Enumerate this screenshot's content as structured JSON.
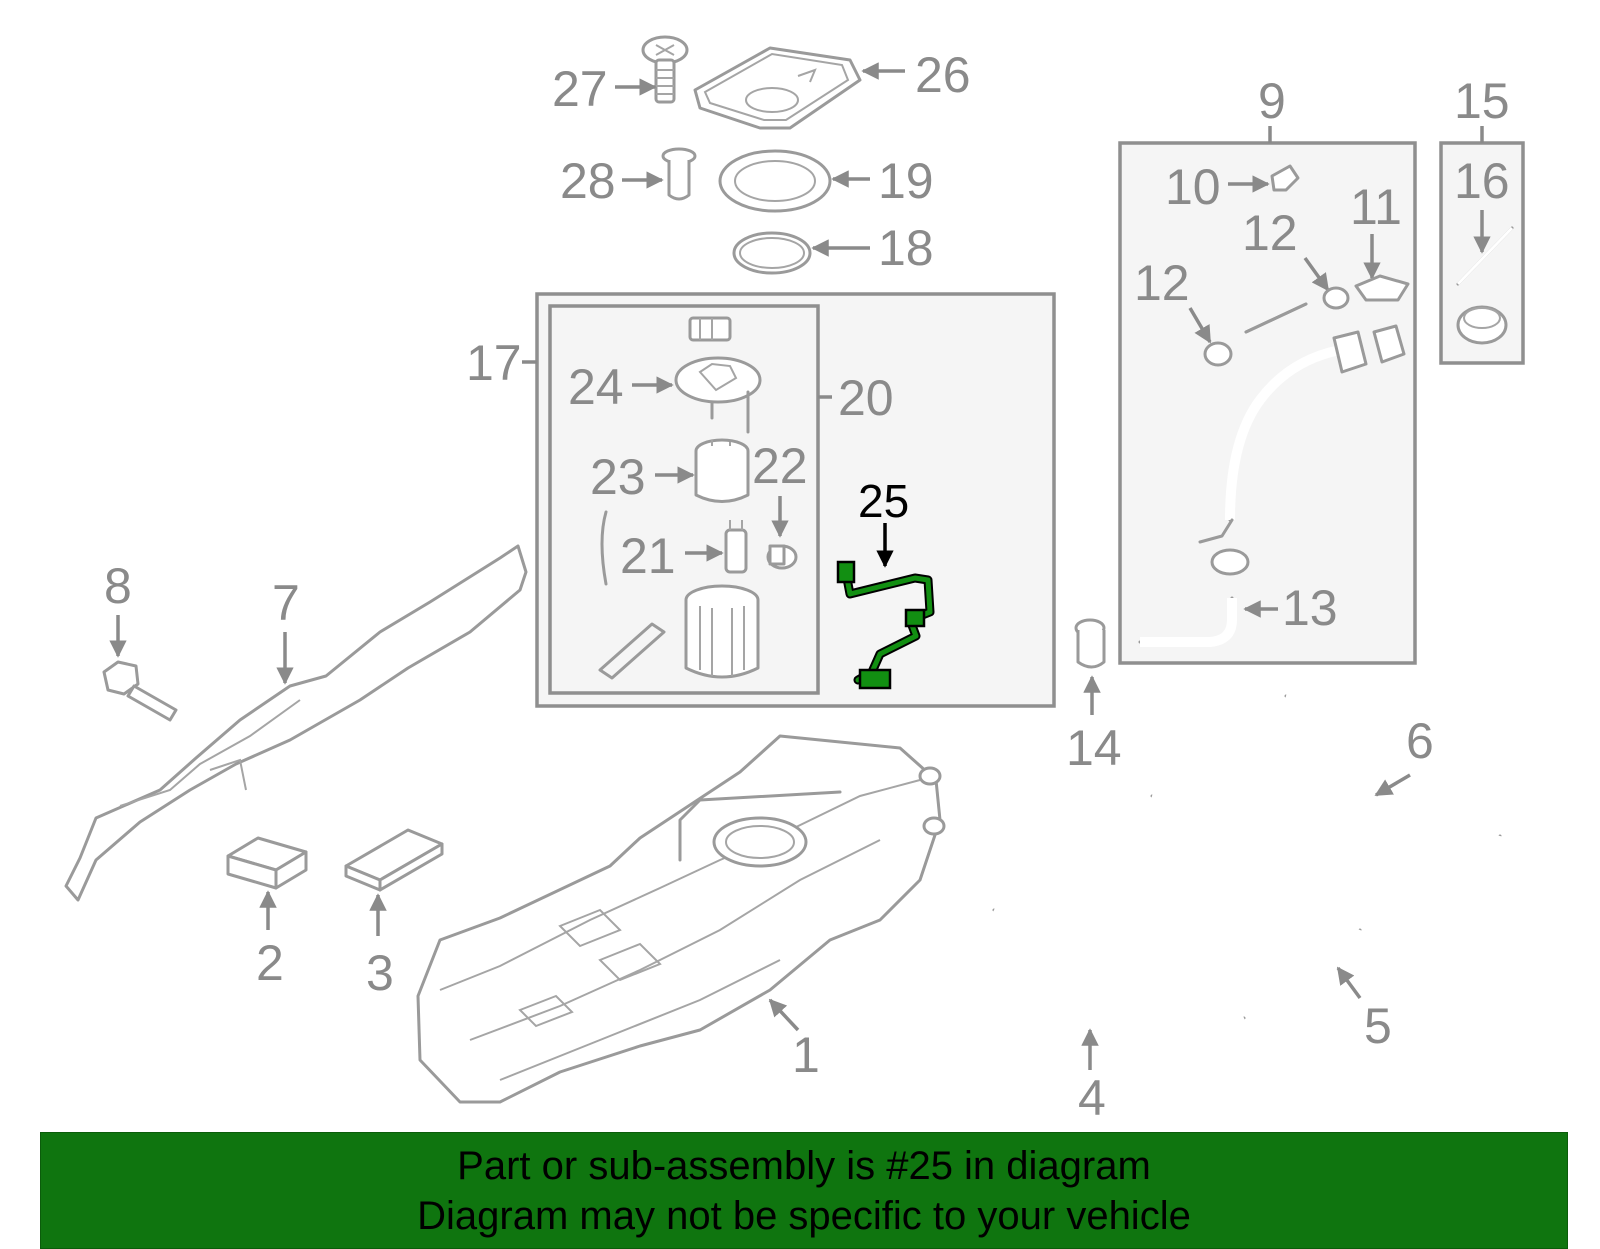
{
  "callouts": {
    "c1": "1",
    "c2": "2",
    "c3": "3",
    "c4": "4",
    "c5": "5",
    "c6": "6",
    "c7": "7",
    "c8": "8",
    "c9": "9",
    "c10": "10",
    "c11": "11",
    "c12a": "12",
    "c12b": "12",
    "c13": "13",
    "c14": "14",
    "c15": "15",
    "c16": "16",
    "c17": "17",
    "c18": "18",
    "c19": "19",
    "c20": "20",
    "c21": "21",
    "c22": "22",
    "c23": "23",
    "c24": "24",
    "c25": "25",
    "c26": "26",
    "c27": "27",
    "c28": "28"
  },
  "highlight": {
    "part_number": "25",
    "color": "#0f750f"
  },
  "banner": {
    "line1": "Part or sub-assembly is #25 in diagram",
    "line2": "Diagram may not be specific to your vehicle",
    "background": "#0f750f"
  }
}
